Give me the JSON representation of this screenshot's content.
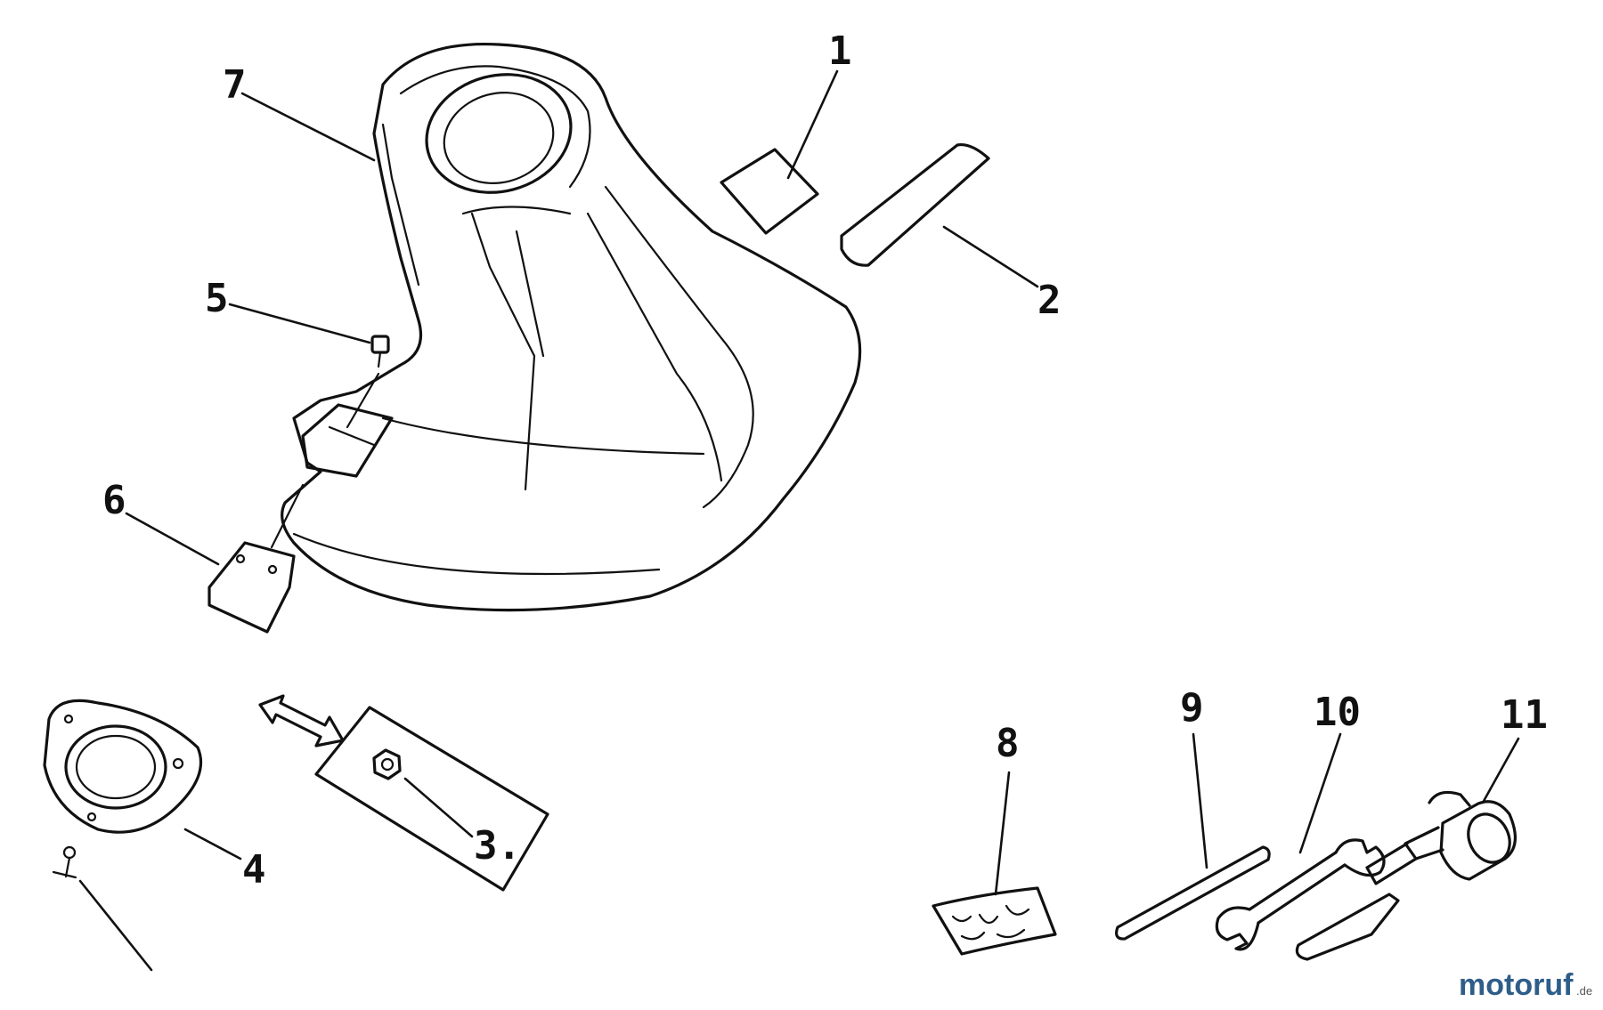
{
  "diagram": {
    "callouts": [
      "1",
      "2",
      "3.",
      "4",
      "5",
      "6",
      "7",
      "8",
      "9",
      "10",
      "11"
    ]
  },
  "watermark": {
    "text": "motoruf",
    "suffix": ".de",
    "colors": [
      "#e4a126",
      "#2f5d8a",
      "#c9302c",
      "#3a8d3a"
    ]
  }
}
